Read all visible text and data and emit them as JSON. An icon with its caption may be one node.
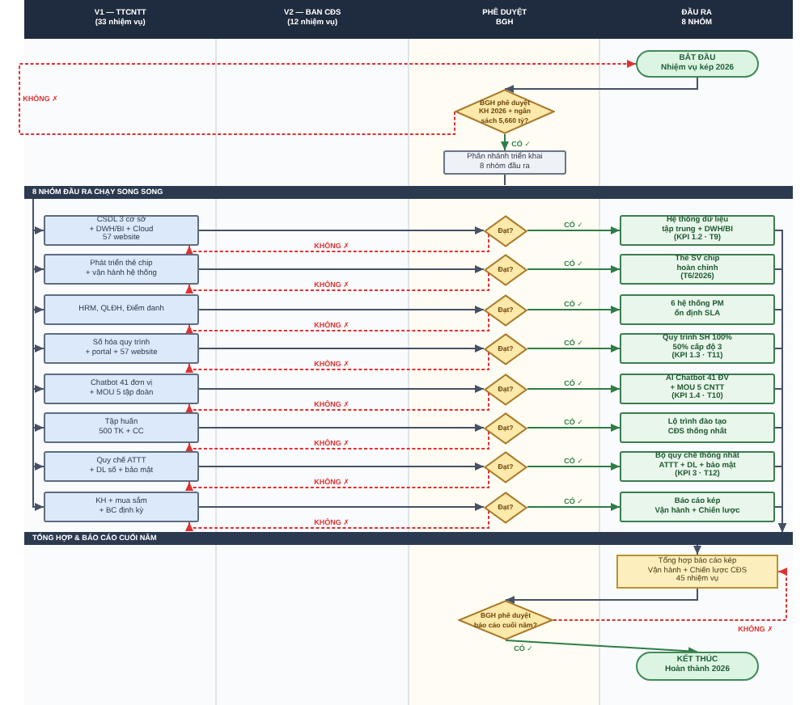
{
  "diagram": {
    "nodes": [
      {
        "text": [
          "V1 — TTCNTT (33 nhiệm vụ)",
          "V2 — BAN CĐS (12 nhiệm vụ)",
          "PHÊ DUYỆT BGH",
          "ĐẦU RA 8 NHÓM"
        ]
      },
      {
        "text": [
          "BẮT ĐẦU",
          "Nhiệm vụ kép 2026"
        ]
      },
      {
        "text": [
          "BGH phê duyệt KH 2026 + ngân sách 5,660 tỷ?"
        ]
      },
      {
        "text": [
          "Phân nhánh triển khai 8 nhóm đầu ra"
        ]
      },
      {
        "text": [
          "8 NHÓM ĐẦU RA CHẠY SONG SONG"
        ]
      },
      {
        "text": [
          "CSDL 3 cơ sở + DWH/BI + Cloud 57 website"
        ]
      },
      {
        "text": [
          "Đạt?"
        ]
      },
      {
        "text": [
          "Hệ thống dữ liệu tập trung + DWH/BI (KPI 1.2 · T9)"
        ]
      },
      {
        "text": [
          "Phát triển thẻ chip + vận hành hệ thống"
        ]
      },
      {
        "text": [
          "Đạt?"
        ]
      },
      {
        "text": [
          "Thẻ SV chip hoàn chỉnh (T6/2026)"
        ]
      },
      {
        "text": [
          "HRM, QLĐH, Điểm danh"
        ]
      },
      {
        "text": [
          "Đạt?"
        ]
      },
      {
        "text": [
          "6 hệ thống PM ổn định SLA"
        ]
      },
      {
        "text": [
          "Số hóa quy trình + portal + 57 website"
        ]
      },
      {
        "text": [
          "Đạt?"
        ]
      },
      {
        "text": [
          "Quy trình SH 100% 50% cấp độ 3 (KPI 1.3 · T11)"
        ]
      },
      {
        "text": [
          "Chatbot 41 đơn vị + MOU 5 tập đoàn"
        ]
      },
      {
        "text": [
          "Đạt?"
        ]
      },
      {
        "text": [
          "AI Chatbot 41 ĐV + MOU 5 CNTT (KPI 1.4 · T10)"
        ]
      },
      {
        "text": [
          "Tập huấn 500 TK + CC"
        ]
      },
      {
        "text": [
          "Đạt?"
        ]
      },
      {
        "text": [
          "Lộ trình đào tạo CĐS thống nhất"
        ]
      },
      {
        "text": [
          "Quy chế ATTT + DL số + bảo mật"
        ]
      },
      {
        "text": [
          "Đạt?"
        ]
      },
      {
        "text": [
          "Bộ quy chế thống nhất ATTT + DL + bảo mật (KPI 3 · T12)"
        ]
      },
      {
        "text": [
          "KH + mua sắm + BC định kỳ"
        ]
      },
      {
        "text": [
          "Đạt?"
        ]
      },
      {
        "text": [
          "Báo cáo kép Vận hành + Chiến lược"
        ]
      },
      {
        "text": [
          "TỔNG HỢP & BÁO CÁO CUỐI NĂM"
        ]
      },
      {
        "text": [
          "Tổng hợp báo cáo kép Vận hành + Chiến lược CĐS 45 nhiệm vụ"
        ]
      },
      {
        "text": [
          "BGH phê duyệt báo cáo cuối năm?"
        ]
      },
      {
        "text": [
          "KẾT THÚC",
          "Hoàn thành 2026"
        ]
      }
    ],
    "edges": [
      {
        "from": 1,
        "to": 2,
        "arrow": "to"
      },
      {
        "from": 2,
        "to": 3,
        "arrow": "to",
        "label": "CÓ ✓",
        "color": "#2e7d46"
      },
      {
        "from": 2,
        "to": 1,
        "arrow": "to",
        "label": "KHÔNG ✗",
        "style": "dashed",
        "color": "#e03131"
      },
      {
        "from": 3,
        "to": 4,
        "arrow": "none"
      },
      {
        "from": 4,
        "to": 5,
        "arrow": "to"
      },
      {
        "from": 4,
        "to": 8,
        "arrow": "to"
      },
      {
        "from": 4,
        "to": 11,
        "arrow": "to"
      },
      {
        "from": 4,
        "to": 14,
        "arrow": "to"
      },
      {
        "from": 4,
        "to": 17,
        "arrow": "to"
      },
      {
        "from": 4,
        "to": 20,
        "arrow": "to"
      },
      {
        "from": 4,
        "to": 23,
        "arrow": "to"
      },
      {
        "from": 4,
        "to": 26,
        "arrow": "to"
      },
      {
        "from": 5,
        "to": 6,
        "arrow": "to"
      },
      {
        "from": 6,
        "to": 7,
        "arrow": "to",
        "label": "CÓ ✓",
        "color": "#2e7d46"
      },
      {
        "from": 6,
        "to": 5,
        "arrow": "to",
        "label": "KHÔNG ✗",
        "style": "dashed",
        "color": "#e03131"
      },
      {
        "from": 8,
        "to": 9,
        "arrow": "to"
      },
      {
        "from": 9,
        "to": 10,
        "arrow": "to",
        "label": "CÓ ✓",
        "color": "#2e7d46"
      },
      {
        "from": 9,
        "to": 8,
        "arrow": "to",
        "label": "KHÔNG ✗",
        "style": "dashed",
        "color": "#e03131"
      },
      {
        "from": 11,
        "to": 12,
        "arrow": "to"
      },
      {
        "from": 12,
        "to": 13,
        "arrow": "to",
        "label": "CÓ ✓",
        "color": "#2e7d46"
      },
      {
        "from": 12,
        "to": 11,
        "arrow": "to",
        "label": "KHÔNG ✗",
        "style": "dashed",
        "color": "#e03131"
      },
      {
        "from": 14,
        "to": 15,
        "arrow": "to"
      },
      {
        "from": 15,
        "to": 16,
        "arrow": "to",
        "label": "CÓ ✓",
        "color": "#2e7d46"
      },
      {
        "from": 15,
        "to": 14,
        "arrow": "to",
        "label": "KHÔNG ✗",
        "style": "dashed",
        "color": "#e03131"
      },
      {
        "from": 17,
        "to": 18,
        "arrow": "to"
      },
      {
        "from": 18,
        "to": 19,
        "arrow": "to",
        "label": "CÓ ✓",
        "color": "#2e7d46"
      },
      {
        "from": 18,
        "to": 17,
        "arrow": "to",
        "label": "KHÔNG ✗",
        "style": "dashed",
        "color": "#e03131"
      },
      {
        "from": 20,
        "to": 21,
        "arrow": "to"
      },
      {
        "from": 21,
        "to": 22,
        "arrow": "to",
        "label": "CÓ ✓",
        "color": "#2e7d46"
      },
      {
        "from": 21,
        "to": 20,
        "arrow": "to",
        "label": "KHÔNG ✗",
        "style": "dashed",
        "color": "#e03131"
      },
      {
        "from": 23,
        "to": 24,
        "arrow": "to"
      },
      {
        "from": 24,
        "to": 25,
        "arrow": "to",
        "label": "CÓ ✓",
        "color": "#2e7d46"
      },
      {
        "from": 24,
        "to": 23,
        "arrow": "to",
        "label": "KHÔNG ✗",
        "style": "dashed",
        "color": "#e03131"
      },
      {
        "from": 26,
        "to": 27,
        "arrow": "to"
      },
      {
        "from": 27,
        "to": 28,
        "arrow": "to",
        "label": "CÓ ✓",
        "color": "#2e7d46"
      },
      {
        "from": 27,
        "to": 26,
        "arrow": "to",
        "label": "KHÔNG ✗",
        "style": "dashed",
        "color": "#e03131"
      },
      {
        "from": 7,
        "to": 29,
        "arrow": "to"
      },
      {
        "from": 10,
        "to": 29,
        "arrow": "to"
      },
      {
        "from": 13,
        "to": 29,
        "arrow": "to"
      },
      {
        "from": 16,
        "to": 29,
        "arrow": "to"
      },
      {
        "from": 19,
        "to": 29,
        "arrow": "to"
      },
      {
        "from": 22,
        "to": 29,
        "arrow": "to"
      },
      {
        "from": 25,
        "to": 29,
        "arrow": "to"
      },
      {
        "from": 28,
        "to": 29,
        "arrow": "to"
      },
      {
        "from": 29,
        "to": 30,
        "arrow": "to"
      },
      {
        "from": 30,
        "to": 31,
        "arrow": "to"
      },
      {
        "from": 31,
        "to": 32,
        "arrow": "to",
        "label": "CÓ ✓",
        "color": "#2e7d46"
      },
      {
        "from": 31,
        "to": 30,
        "arrow": "to",
        "label": "KHÔNG ✗",
        "style": "dashed",
        "color": "#e03131"
      }
    ]
  }
}
